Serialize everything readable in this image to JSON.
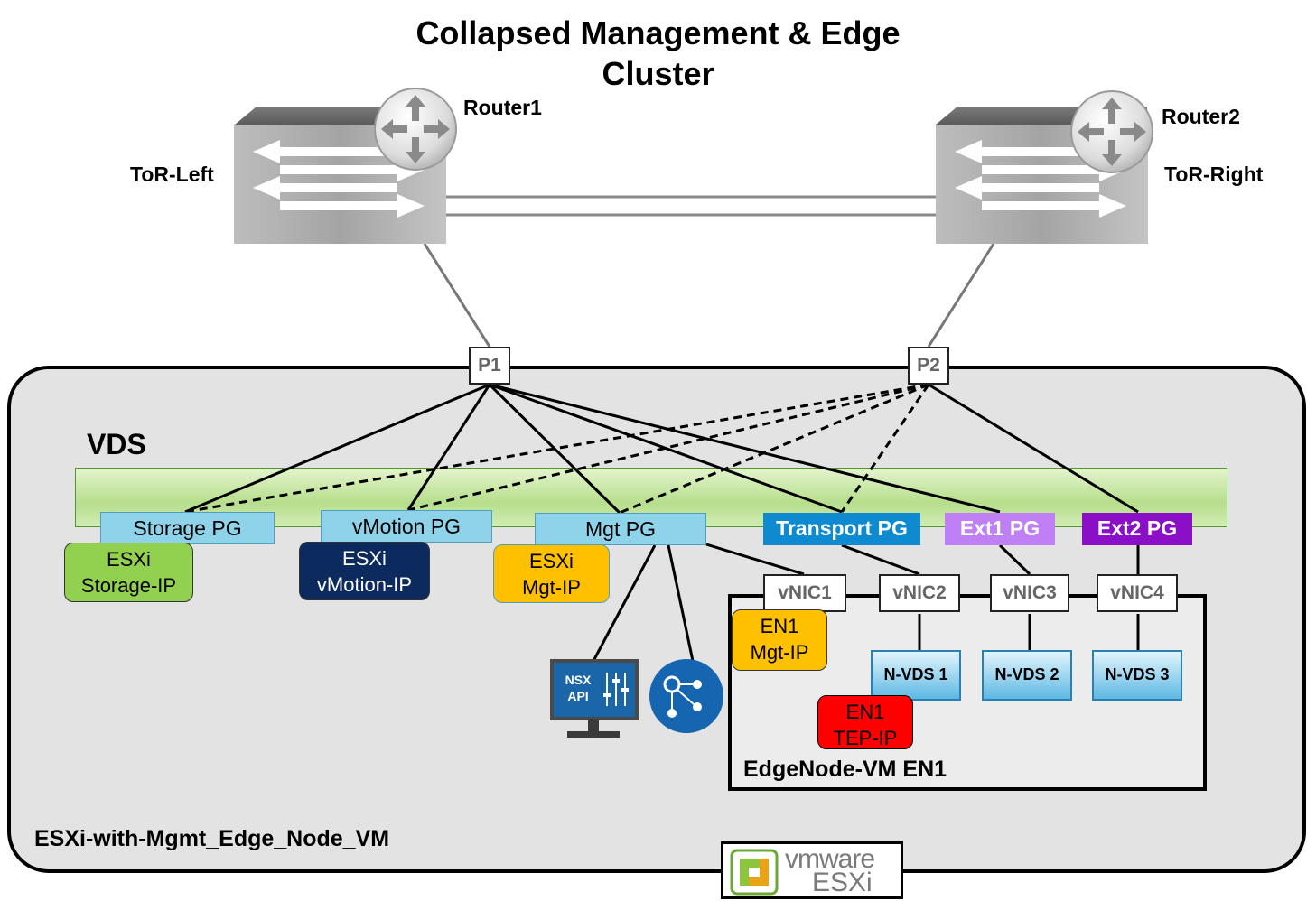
{
  "title_line1": "Collapsed Management & Edge",
  "title_line2": "Cluster",
  "routers": {
    "router1": "Router1",
    "router2": "Router2",
    "tor_left": "ToR-Left",
    "tor_right": "ToR-Right"
  },
  "ports": {
    "p1": "P1",
    "p2": "P2"
  },
  "vds_label": "VDS",
  "port_groups": {
    "storage": "Storage PG",
    "vmotion": "vMotion PG",
    "mgt": "Mgt PG",
    "transport": "Transport PG",
    "ext1": "Ext1 PG",
    "ext2": "Ext2 PG"
  },
  "ip_boxes": {
    "storage": {
      "line1": "ESXi",
      "line2": "Storage-IP"
    },
    "vmotion": {
      "line1": "ESXi",
      "line2": "vMotion-IP"
    },
    "mgt": {
      "line1": "ESXi",
      "line2": "Mgt-IP"
    },
    "en1_mgt": {
      "line1": "EN1",
      "line2": "Mgt-IP"
    },
    "en1_tep": {
      "line1": "EN1",
      "line2": "TEP-IP"
    }
  },
  "vnics": [
    "vNIC1",
    "vNIC2",
    "vNIC3",
    "vNIC4"
  ],
  "nvds": [
    "N-VDS 1",
    "N-VDS 2",
    "N-VDS 3"
  ],
  "edge_node_label": "EdgeNode-VM EN1",
  "host_label": "ESXi-with-Mgmt_Edge_Node_VM",
  "nsx_api": {
    "line1": "NSX",
    "line2": "API"
  },
  "vmware_logo": {
    "brand": "vmware",
    "product": "ESXi"
  },
  "colors": {
    "storage_ip": "#92d050",
    "vmotion_ip": "#0d2a5e",
    "mgt_ip": "#ffc000",
    "en1_tep": "#ff0000",
    "transport_pg": "#0e8bd0",
    "ext1_pg": "#c080f5",
    "ext2_pg": "#8c0fc8",
    "light_pg": "#8fd3ea"
  },
  "icons": [
    "router-icon",
    "switch-icon",
    "nsx-api-monitor-icon",
    "nsx-controller-icon",
    "vmware-esxi-logo-icon"
  ]
}
